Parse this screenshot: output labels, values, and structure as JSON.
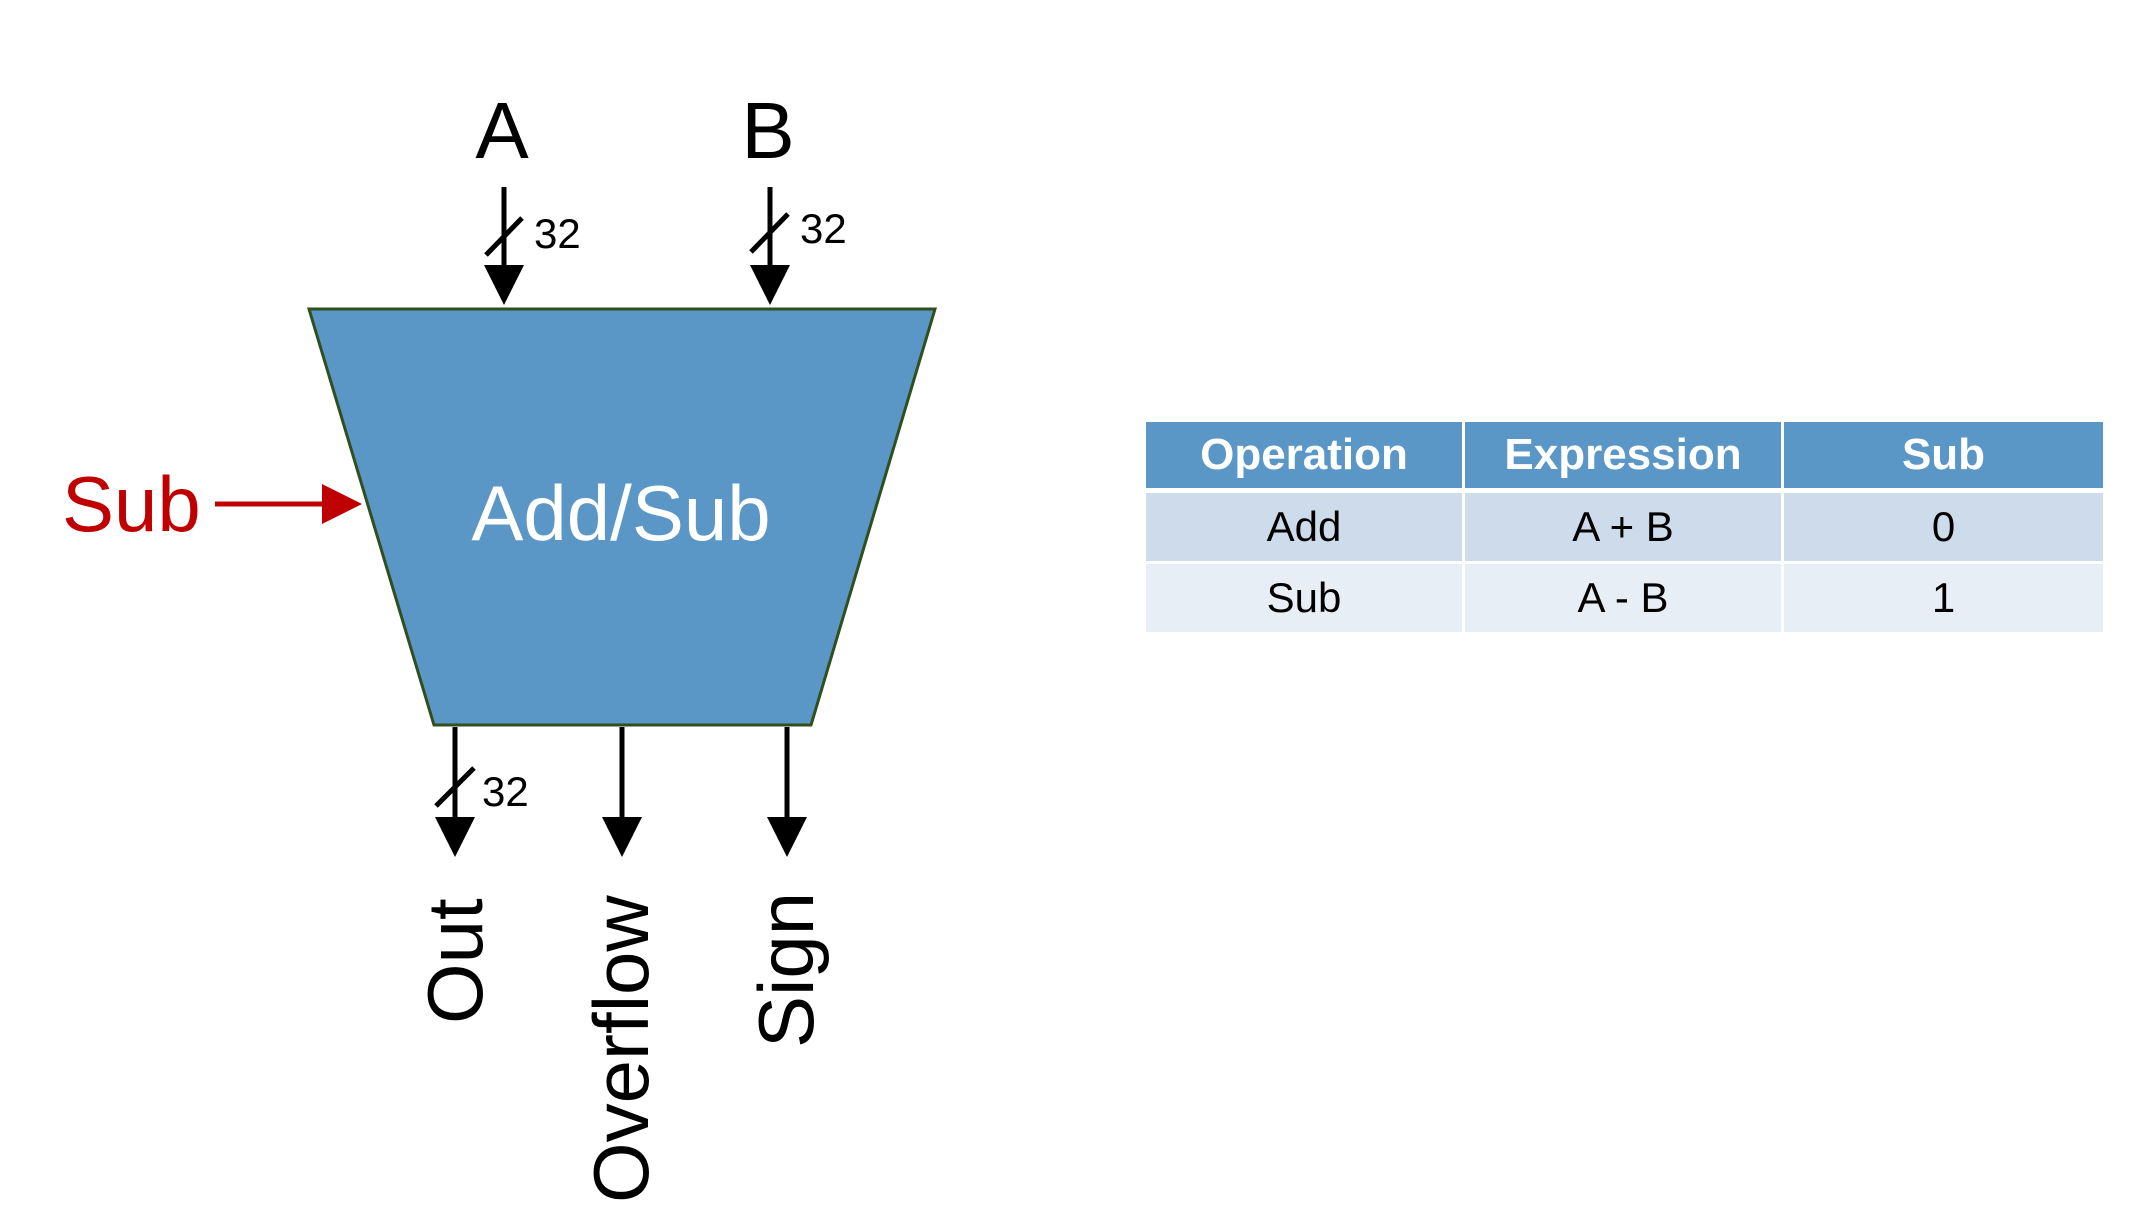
{
  "diagram": {
    "block_label": "Add/Sub",
    "inputs": {
      "a": "A",
      "b": "B",
      "a_width": "32",
      "b_width": "32"
    },
    "control": {
      "label": "Sub"
    },
    "outputs": {
      "out": "Out",
      "out_width": "32",
      "overflow": "Overflow",
      "sign": "Sign"
    },
    "colors": {
      "block_fill": "#5a96c6",
      "control": "#c00000"
    }
  },
  "table": {
    "headers": [
      "Operation",
      "Expression",
      "Sub"
    ],
    "rows": [
      [
        "Add",
        "A + B",
        "0"
      ],
      [
        "Sub",
        "A - B",
        "1"
      ]
    ]
  }
}
